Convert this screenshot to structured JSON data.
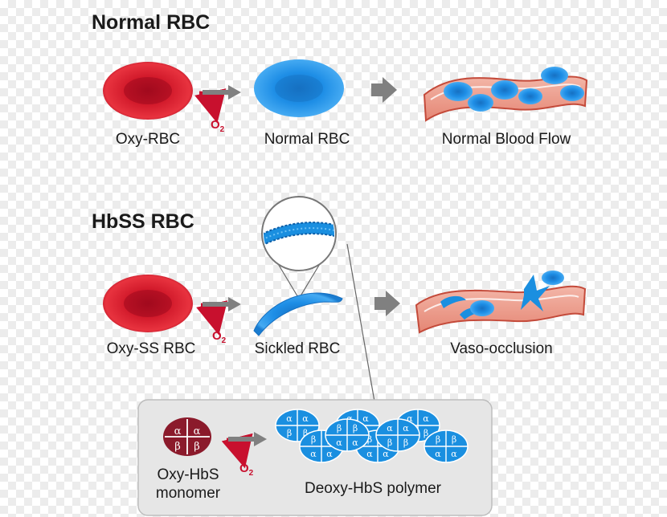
{
  "normal_section": {
    "title": "Normal RBC",
    "labels": {
      "oxy_rbc": "Oxy-RBC",
      "normal_rbc": "Normal RBC",
      "normal_blood_flow": "Normal Blood Flow"
    },
    "o2": "O",
    "o2_sub": "2"
  },
  "hbss_section": {
    "title": "HbSS RBC",
    "labels": {
      "oxy_ss_rbc": "Oxy-SS RBC",
      "sickled_rbc": "Sickled RBC",
      "vaso_occlusion": "Vaso-occlusion"
    },
    "o2": "O",
    "o2_sub": "2"
  },
  "inset": {
    "monomer_line1": "Oxy-HbS",
    "monomer_line2": "monomer",
    "polymer_label": "Deoxy-HbS polymer",
    "o2": "O",
    "o2_sub": "2",
    "alpha": "α",
    "beta": "β"
  },
  "colors": {
    "oxy_red": "#c8102e",
    "deoxy_blue": "#1a8fe0",
    "arrow_gray": "#808080",
    "inset_bg": "#e6e6e6"
  }
}
